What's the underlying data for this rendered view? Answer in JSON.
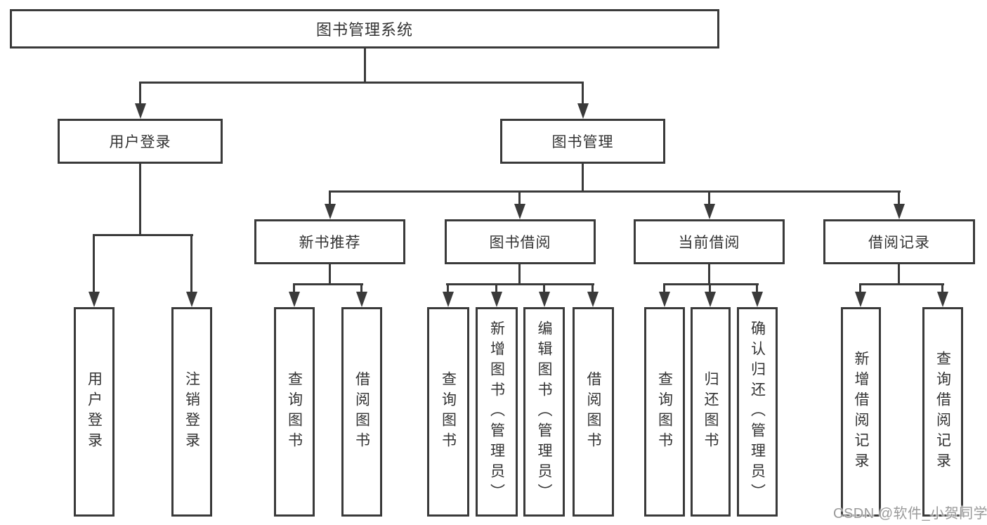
{
  "tree": {
    "root": {
      "label": "图书管理系统"
    },
    "login": {
      "label": "用户登录",
      "leaves": [
        "用户登录",
        "注销登录"
      ]
    },
    "management": {
      "label": "图书管理",
      "sections": [
        {
          "label": "新书推荐",
          "leaves": [
            "查询图书",
            "借阅图书"
          ]
        },
        {
          "label": "图书借阅",
          "leaves": [
            "查询图书",
            "新增图书（管理员）",
            "编辑图书（管理员）",
            "借阅图书"
          ]
        },
        {
          "label": "当前借阅",
          "leaves": [
            "查询图书",
            "归还图书",
            "确认归还（管理员）"
          ]
        },
        {
          "label": "借阅记录",
          "leaves": [
            "新增借阅记录",
            "查询借阅记录"
          ]
        }
      ]
    }
  },
  "watermark": "CSDN @软件_小贺同学",
  "colors": {
    "line": "#3a3a3a",
    "text": "#333333",
    "watermark": "#9a9a9a",
    "background": "#ffffff"
  }
}
